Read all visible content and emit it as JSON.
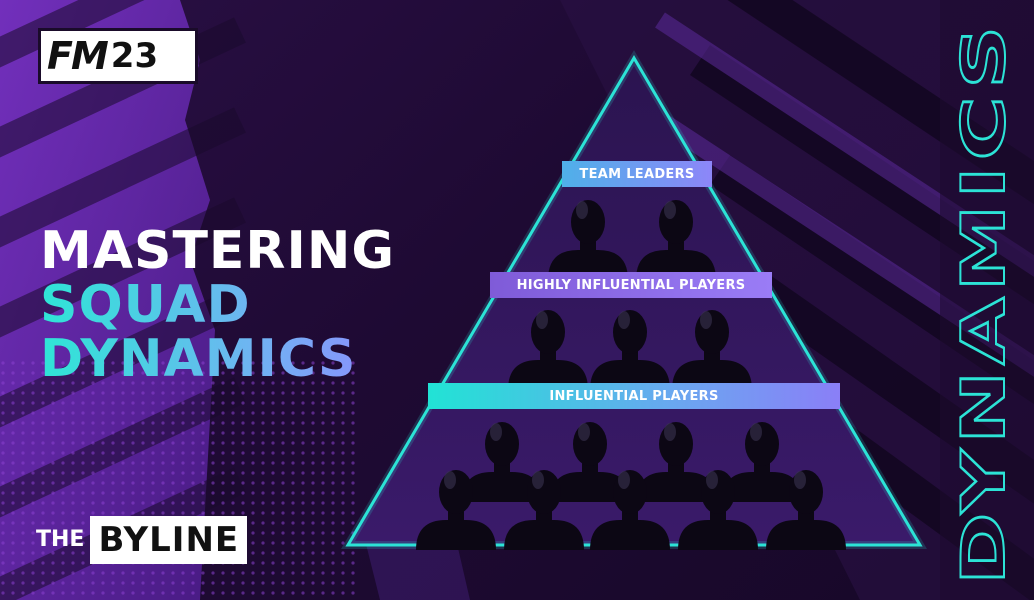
{
  "logo": {
    "brand": "FM",
    "year": "23"
  },
  "headline": {
    "line1": "MASTERING",
    "line2": "SQUAD",
    "line3": "DYNAMICS"
  },
  "byline": {
    "prefix": "THE",
    "name": "BYLINE"
  },
  "side_text": "DYNAMICS",
  "pyramid": {
    "tiers": [
      {
        "label": "TEAM LEADERS",
        "players": 2
      },
      {
        "label": "HIGHLY INFLUENTIAL PLAYERS",
        "players": 3
      },
      {
        "label": "INFLUENTIAL PLAYERS",
        "players": 9
      }
    ]
  },
  "colors": {
    "accent_teal": "#21e3d5",
    "accent_purple": "#8a7ff7",
    "background": "#1e0a33"
  }
}
